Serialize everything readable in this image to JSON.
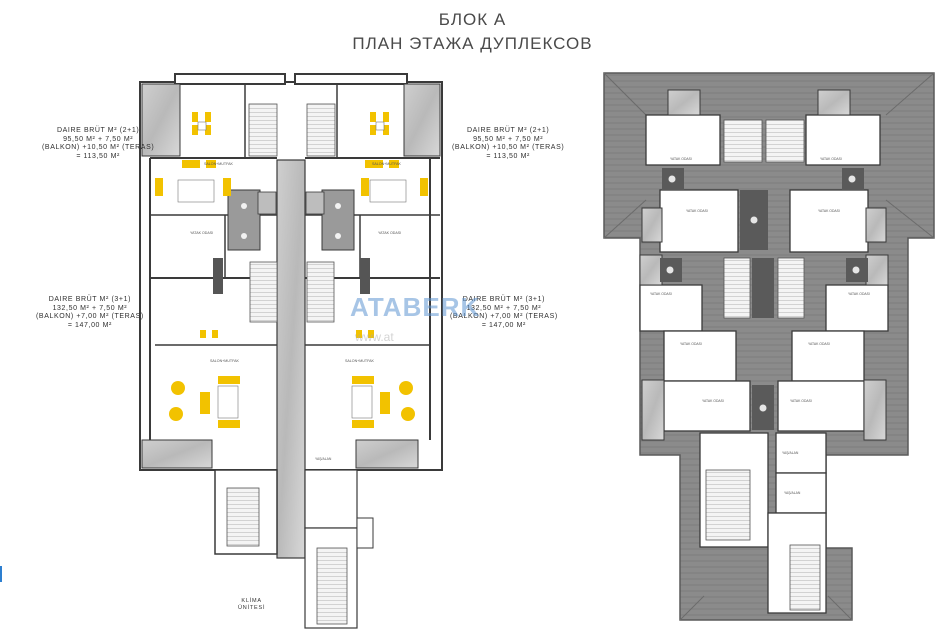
{
  "header": {
    "line1": "БЛОК А",
    "line2": "ПЛАН ЭТАЖА ДУПЛЕКСОВ"
  },
  "watermark": {
    "brand": "ATABERK",
    "site": "www.at"
  },
  "apartments": [
    {
      "l1": "DAIRE BRÜT M² (2+1)",
      "l2": "95,50 M² + 7,50 M²",
      "l3": "(BALKON) +10,50 M² (TERAS)",
      "l4": "= 113,50 M²"
    },
    {
      "l1": "DAIRE BRÜT M² (2+1)",
      "l2": "95,50 M² + 7,50 M²",
      "l3": "(BALKON) +10,50 M² (TERAS)",
      "l4": "= 113,50 M²"
    },
    {
      "l1": "DAIRE BRÜT M² (3+1)",
      "l2": "132,50 M² + 7,50 M²",
      "l3": "(BALKON) +7,00 M² (TERAS)",
      "l4": "= 147,00 M²"
    },
    {
      "l1": "DAIRE BRÜT M² (3+1)",
      "l2": "132,50 M² + 7,50 M²",
      "l3": "(BALKON) +7,00 M² (TERAS)",
      "l4": "= 147,00 M²"
    }
  ],
  "klima": {
    "l1": "KLİMA",
    "l2": "ÜNİTESİ"
  },
  "colors": {
    "furniture": "#f2c200",
    "gray_floor": "#8c8c8c",
    "tile": "#dcdcdc",
    "wall": "#3a3a3a",
    "roof": "#8a8a8a"
  }
}
